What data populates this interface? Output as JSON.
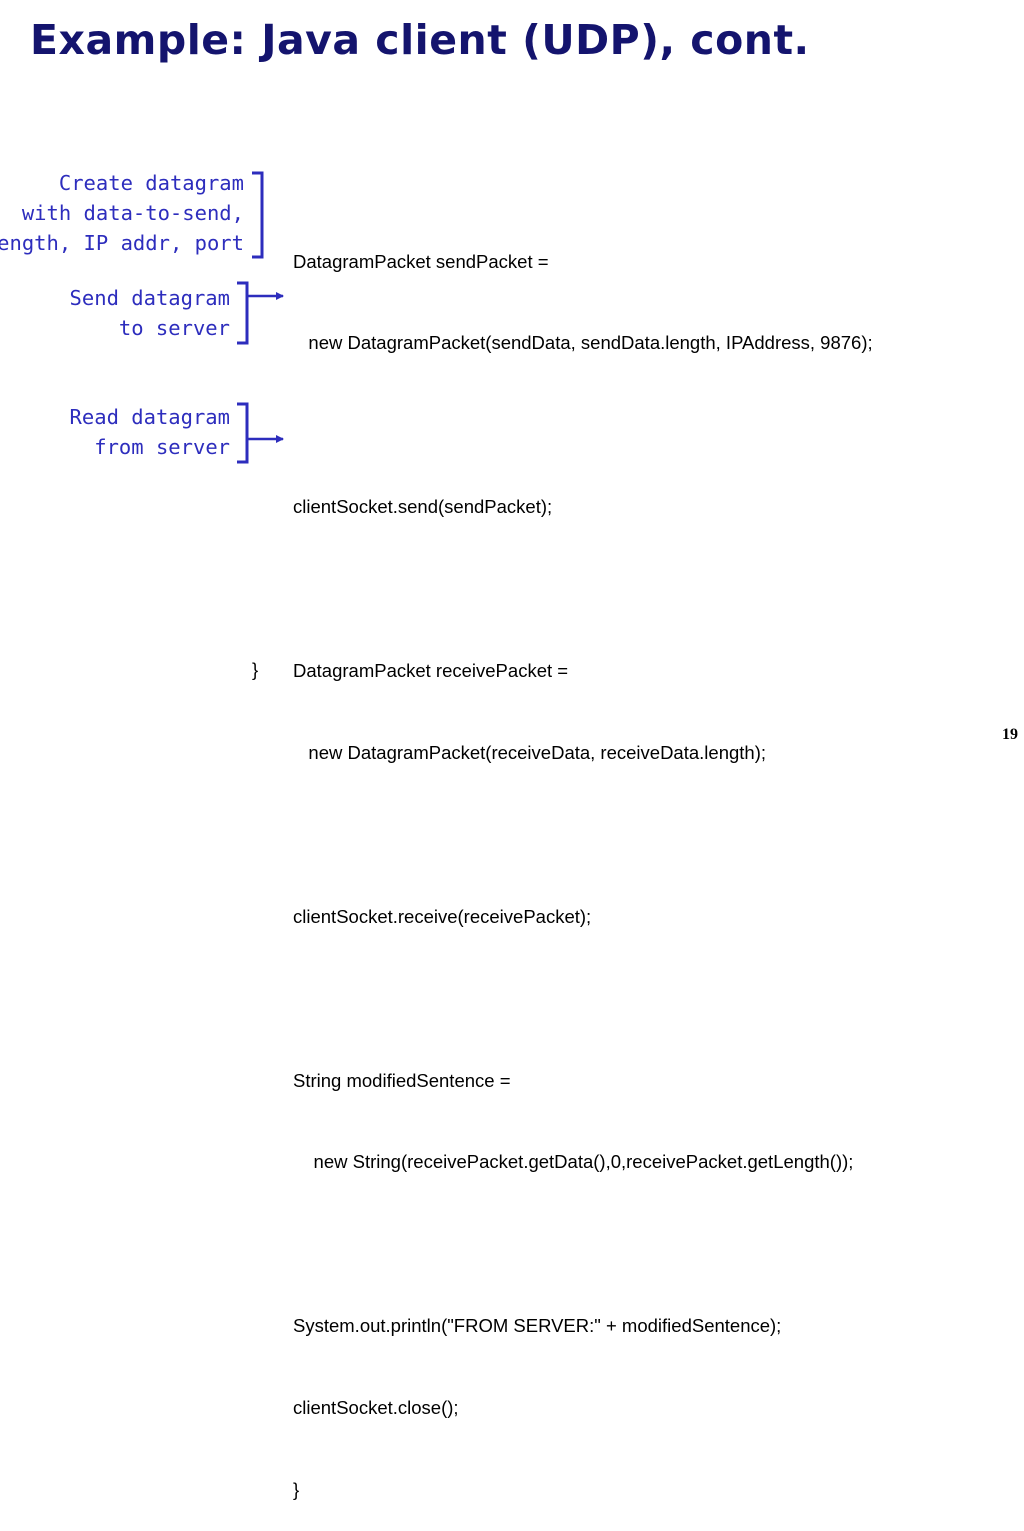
{
  "slide": {
    "title": "Example: Java client (UDP), cont.",
    "page_number": "19"
  },
  "annotations": {
    "create": [
      "Create datagram",
      "with data-to-send,",
      "length, IP addr, port"
    ],
    "send": [
      "Send datagram",
      "to server"
    ],
    "read": [
      "Read datagram",
      "from server"
    ]
  },
  "code": {
    "lines": [
      "DatagramPacket sendPacket =",
      "   new DatagramPacket(sendData, sendData.length, IPAddress, 9876);",
      "",
      "clientSocket.send(sendPacket);",
      "",
      "DatagramPacket receivePacket =",
      "   new DatagramPacket(receiveData, receiveData.length);",
      "",
      "clientSocket.receive(receivePacket);",
      "",
      "String modifiedSentence =",
      "    new String(receivePacket.getData(),0,receivePacket.getLength());",
      "",
      "System.out.println(\"FROM SERVER:\" + modifiedSentence);",
      "clientSocket.close();",
      "}"
    ],
    "closing_brace": "}"
  },
  "colors": {
    "title": "#14146e",
    "annotation": "#2d2dbd",
    "code": "#000000"
  }
}
